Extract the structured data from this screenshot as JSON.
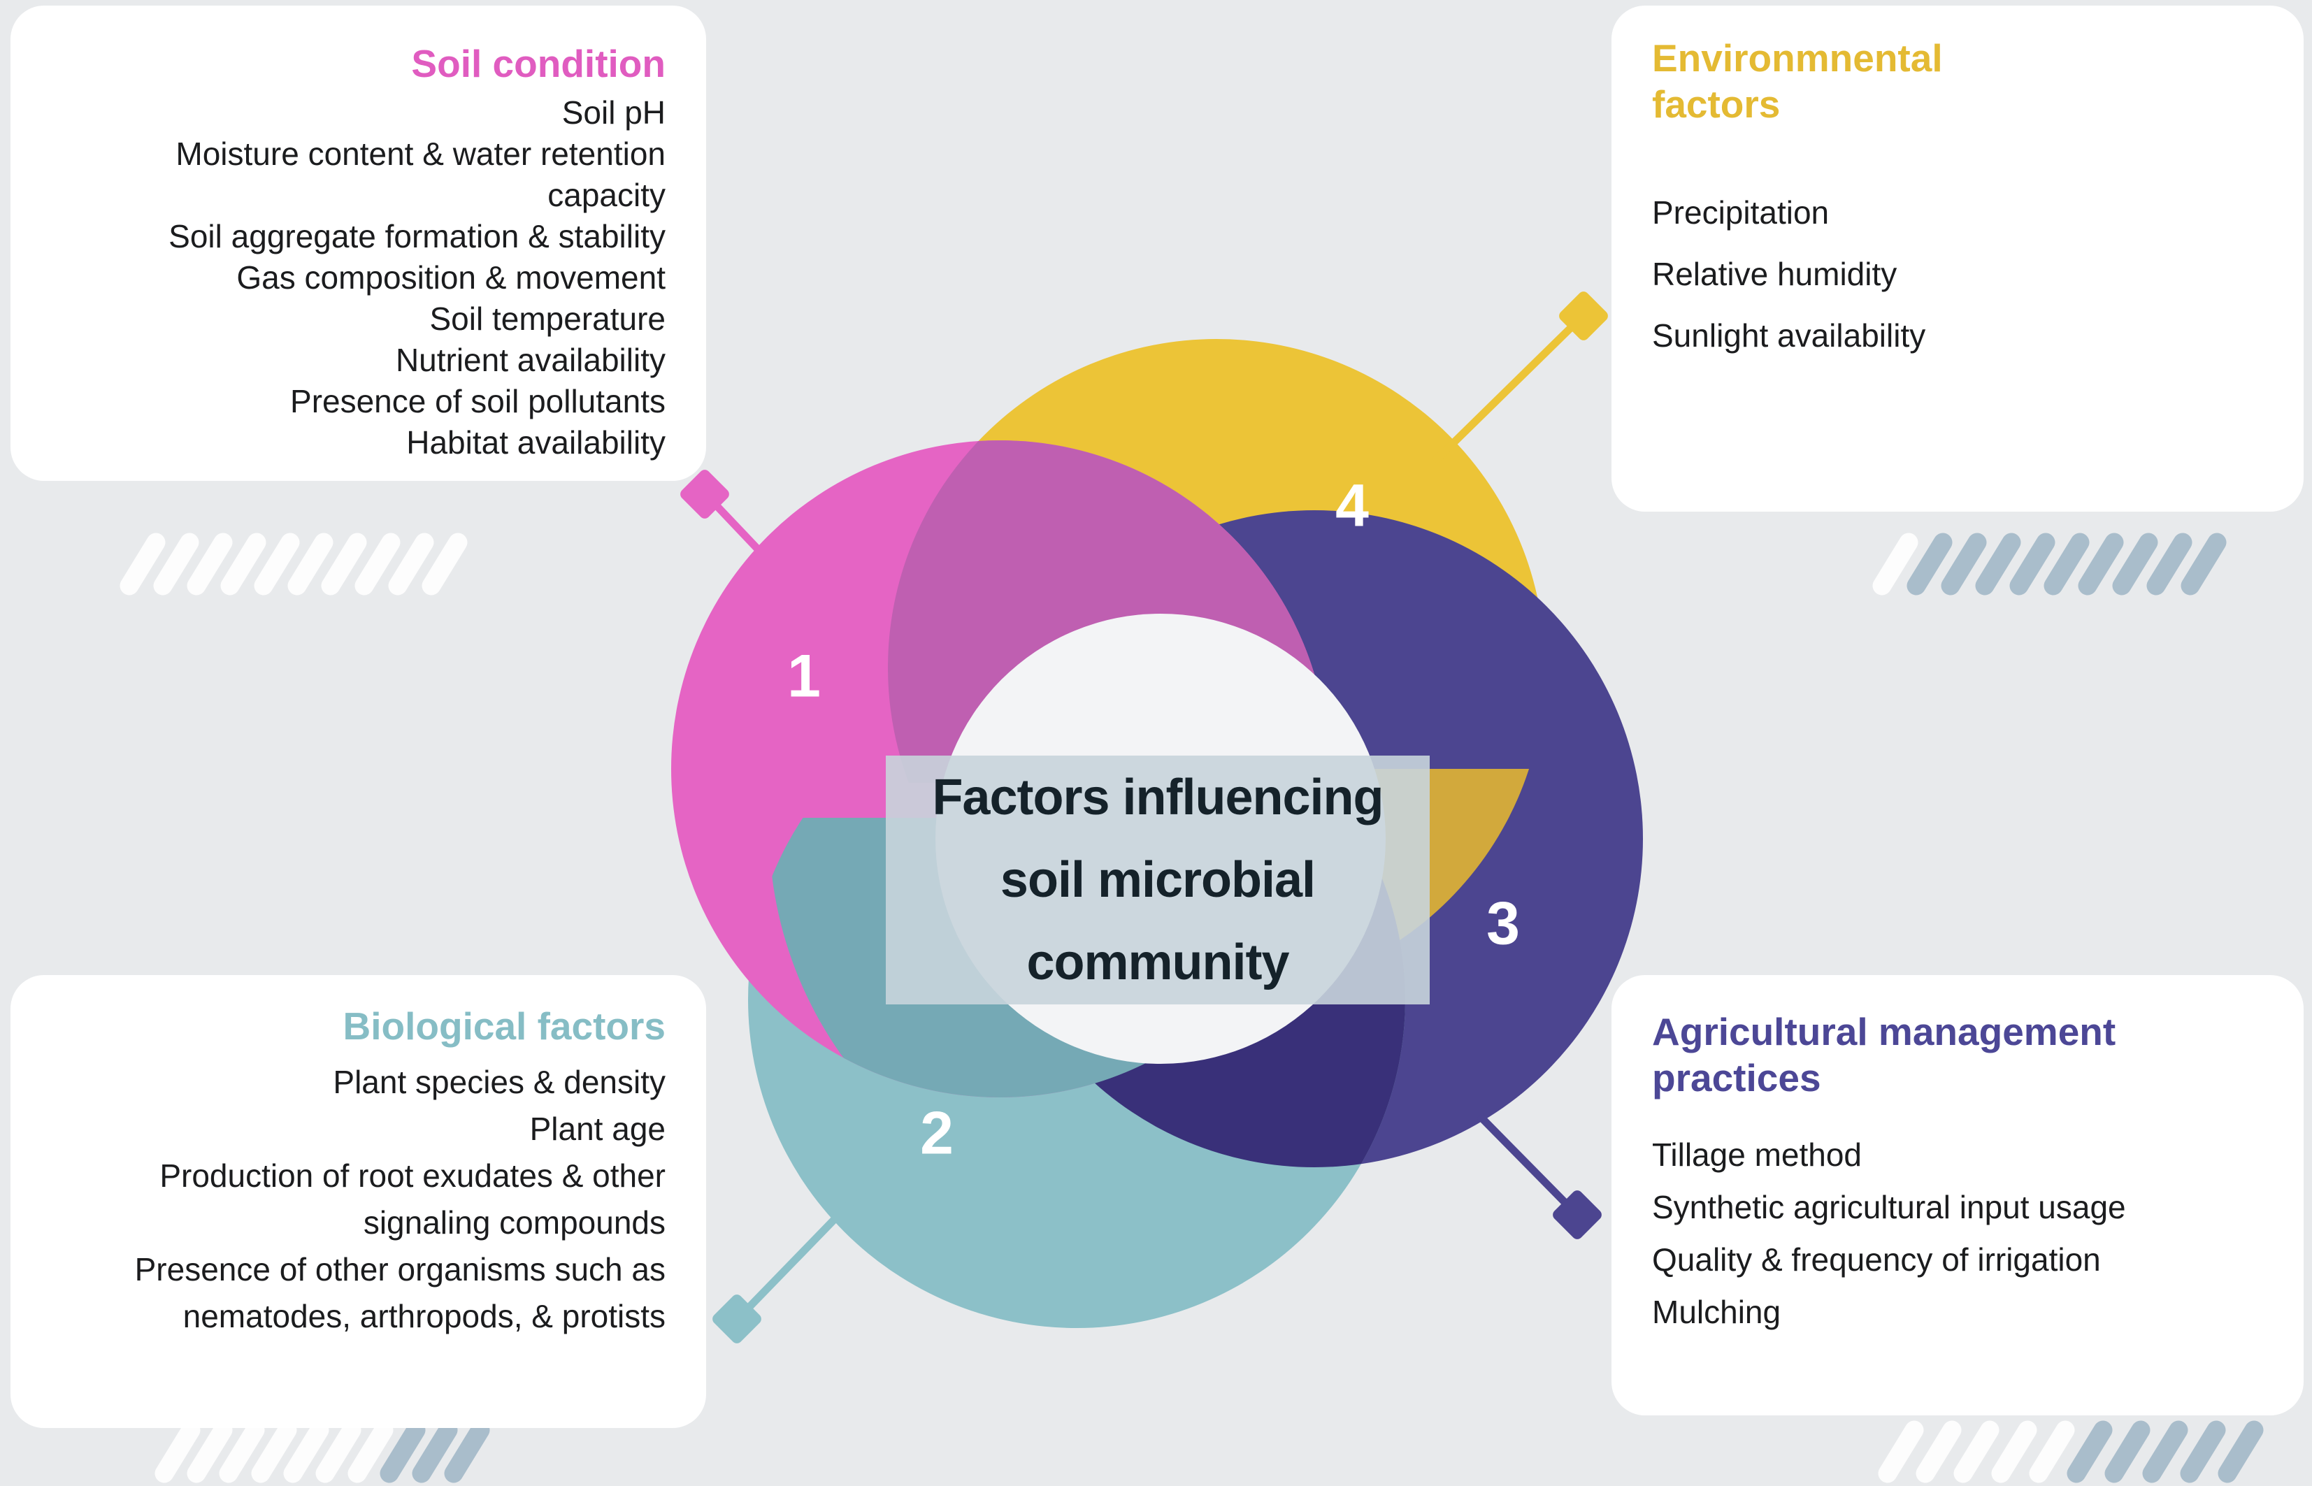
{
  "diagram": {
    "center_title_line1": "Factors influencing",
    "center_title_line2": "soil microbial",
    "center_title_line3": "community",
    "numbers": {
      "pink": "1",
      "teal": "2",
      "indigo": "3",
      "yellow": "4"
    }
  },
  "colors": {
    "background": "#e8eaec",
    "card": "#ffffff",
    "hole": "#f3f4f6",
    "pink": "#e564c4",
    "pink_overlap": "#bf5fb1",
    "yellow": "#ecc437",
    "yellow_overlap": "#d2a93c",
    "indigo": "#4c4590",
    "indigo_overlap": "#393079",
    "teal": "#8cc0c8",
    "teal_overlap": "#75a9b5",
    "hatch_white": "#fdfdfd",
    "hatch_slate": "#a9bdcb",
    "title_panel": "#c8d4db",
    "soil_title": "#e05cc0",
    "env_title": "#e4ba33",
    "bio_title": "#86bdc5",
    "agri_title": "#4c4796"
  },
  "boxes": {
    "soil_condition": {
      "title": "Soil condition",
      "items": [
        "Soil pH",
        "Moisture content & water retention",
        "capacity",
        "Soil aggregate formation & stability",
        "Gas composition & movement",
        "Soil temperature",
        "Nutrient availability",
        "Presence of soil pollutants",
        "Habitat availability"
      ]
    },
    "environmental_factors": {
      "title": "Environmnental factors",
      "items": [
        "Precipitation",
        "Relative humidity",
        "Sunlight availability"
      ]
    },
    "biological_factors": {
      "title": "Biological factors",
      "items": [
        "Plant species & density",
        "Plant age",
        "Production of root exudates & other",
        "signaling compounds",
        "Presence of other organisms such as",
        "nematodes, arthropods, & protists"
      ]
    },
    "agricultural_practices": {
      "title": "Agricultural management practices",
      "items": [
        "Tillage method",
        "Synthetic agricultural input usage",
        "Quality & frequency of irrigation",
        "Mulching"
      ]
    }
  }
}
